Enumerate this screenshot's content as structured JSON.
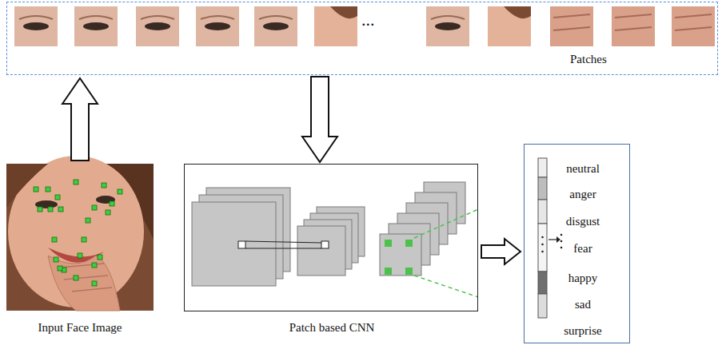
{
  "diagram": {
    "nodes": [
      {
        "text": [
          "Patches"
        ]
      },
      {
        "text": [
          "Input Face Image"
        ]
      },
      {
        "text": [
          "Patch based CNN"
        ]
      },
      {
        "text": [
          "neutral",
          "anger",
          "disgust",
          "fear",
          "happy",
          "sad",
          "surprise"
        ]
      }
    ],
    "edges": [
      {
        "from": 1,
        "to": 0,
        "arrow": "to"
      },
      {
        "from": 0,
        "to": 2,
        "arrow": "to"
      },
      {
        "from": 2,
        "to": 3,
        "arrow": "to"
      }
    ],
    "labels": [
      "..."
    ]
  }
}
